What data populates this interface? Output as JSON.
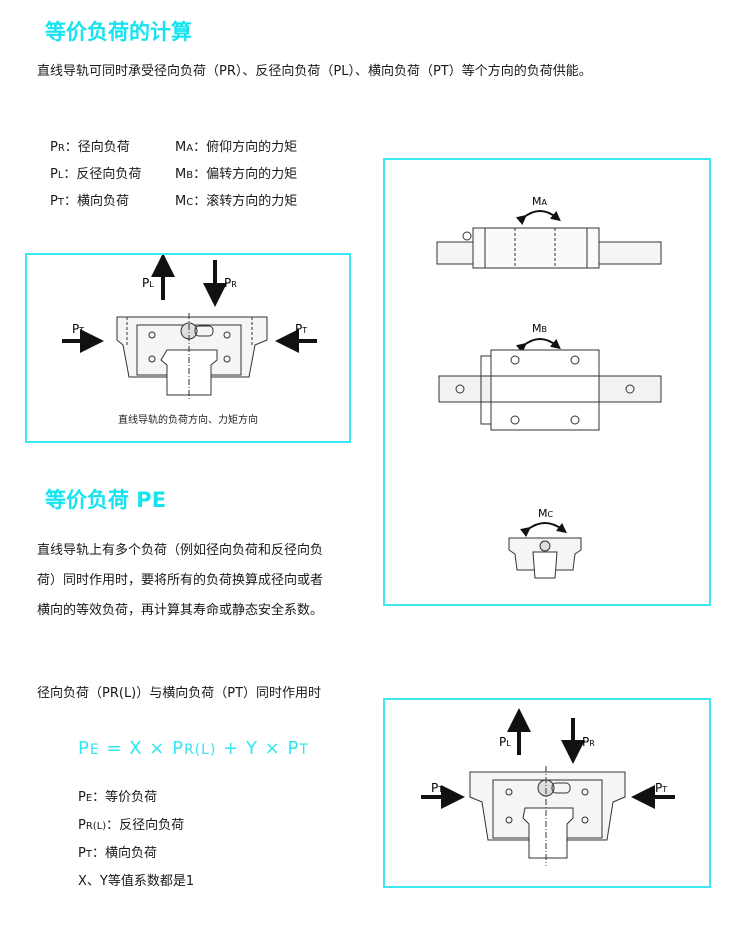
{
  "section1": {
    "title": "等价负荷的计算",
    "intro": "直线导轨可同时承受径向负荷（PR）、反径向负荷（PL）、横向负荷（PT）等个方向的负荷供能。",
    "legend": [
      {
        "sym": "P",
        "sub": "R",
        "desc": "：径向负荷"
      },
      {
        "sym": "P",
        "sub": "L",
        "desc": "：反径向负荷"
      },
      {
        "sym": "P",
        "sub": "T",
        "desc": "：横向负荷"
      },
      {
        "sym": "M",
        "sub": "A",
        "desc": "：俯仰方向的力矩"
      },
      {
        "sym": "M",
        "sub": "B",
        "desc": "：偏转方向的力矩"
      },
      {
        "sym": "M",
        "sub": "C",
        "desc": "：滚转方向的力矩"
      }
    ],
    "diagram_caption": "直线导轨的负荷方向、力矩方向",
    "labels": {
      "p": "P",
      "l": "L",
      "r": "R",
      "t": "T",
      "m": "M",
      "a": "A",
      "b": "B",
      "c": "C"
    }
  },
  "section2": {
    "title": "等价负荷 PE",
    "paragraph": [
      "直线导轨上有多个负荷（例如径向负荷和反径向负",
      "荷）同时作用时，要将所有的负荷换算成径向或者",
      "横向的等效负荷，再计算其寿命或静态安全系数。"
    ],
    "condition": "径向负荷（PR(L)）与横向负荷（PT）同时作用时",
    "formula": {
      "pe": "P",
      "e": "E",
      "eq": " = X × P",
      "rl": "R(L)",
      "plus": " + Y × P",
      "t": "T"
    },
    "definitions": [
      {
        "sym": "P",
        "sub": "E",
        "desc": "：等价负荷"
      },
      {
        "sym": "P",
        "sub": "R(L)",
        "desc": "：反径向负荷"
      },
      {
        "sym": "P",
        "sub": "T",
        "desc": "：横向负荷"
      }
    ],
    "note": "X、Y等值系数都是1"
  },
  "colors": {
    "accent": "#16e3ef",
    "text": "#1a1a1a"
  }
}
